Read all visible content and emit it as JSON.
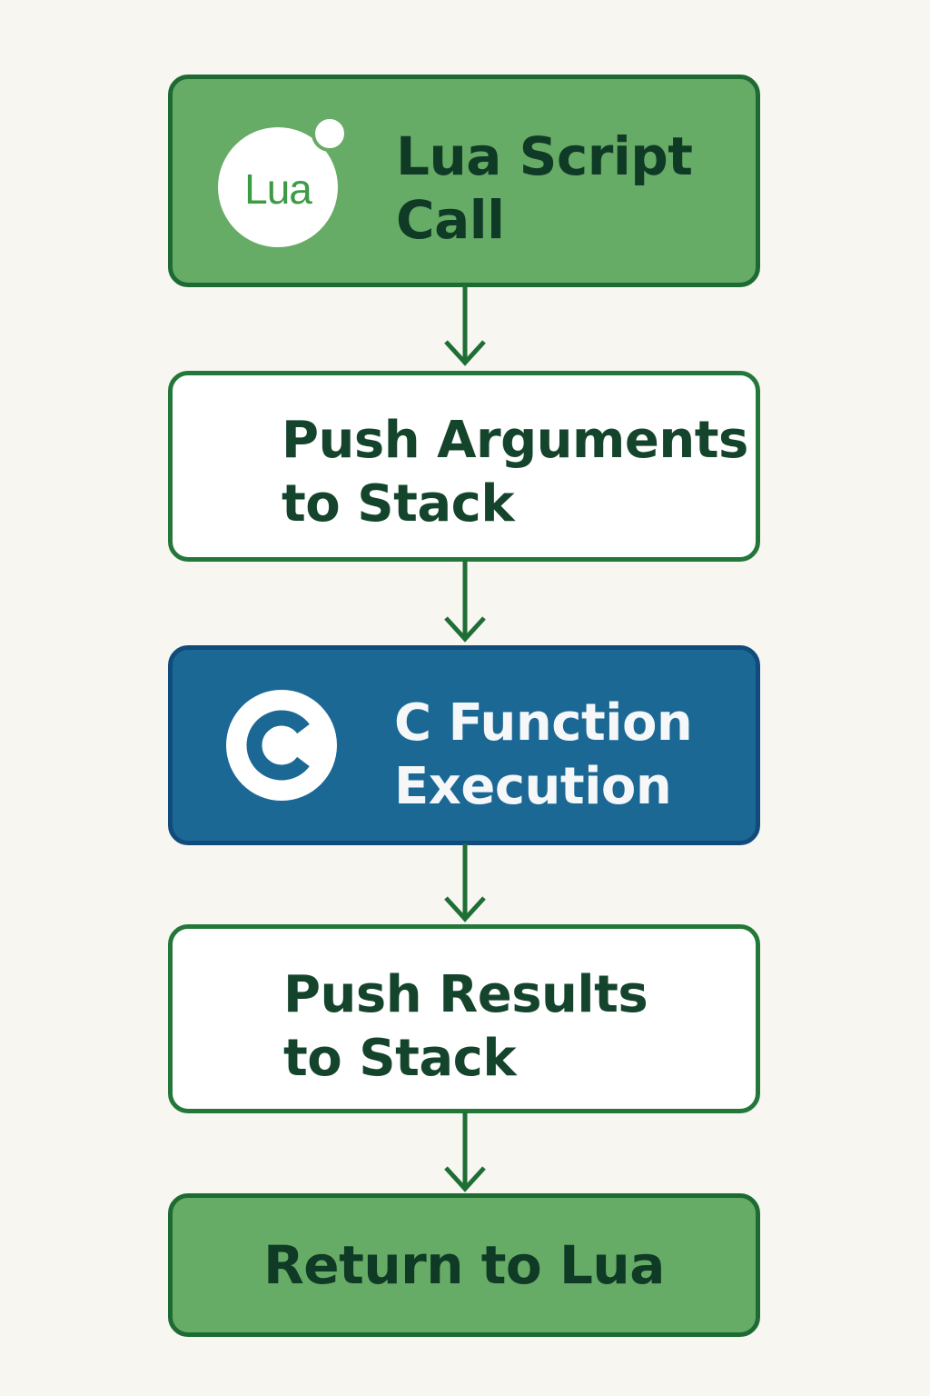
{
  "steps": [
    {
      "label": "Lua Script\nCall",
      "icon": "lua-logo-icon"
    },
    {
      "label": "Push Arguments\nto Stack"
    },
    {
      "label": "C Function\nExecution",
      "icon": "c-language-icon"
    },
    {
      "label": "Push Results\nto Stack"
    },
    {
      "label": "Return to Lua"
    }
  ],
  "lua_logo": {
    "text": "Lua"
  },
  "colors": {
    "background": "#f7f6f1",
    "green_fill": "#66ab66",
    "green_border": "#1d6b33",
    "blue_fill": "#1b6894",
    "blue_border": "#114b7c",
    "arrow": "#1f6e35",
    "dark_text": "#0f3a26",
    "light_text": "#f5f7f8"
  }
}
